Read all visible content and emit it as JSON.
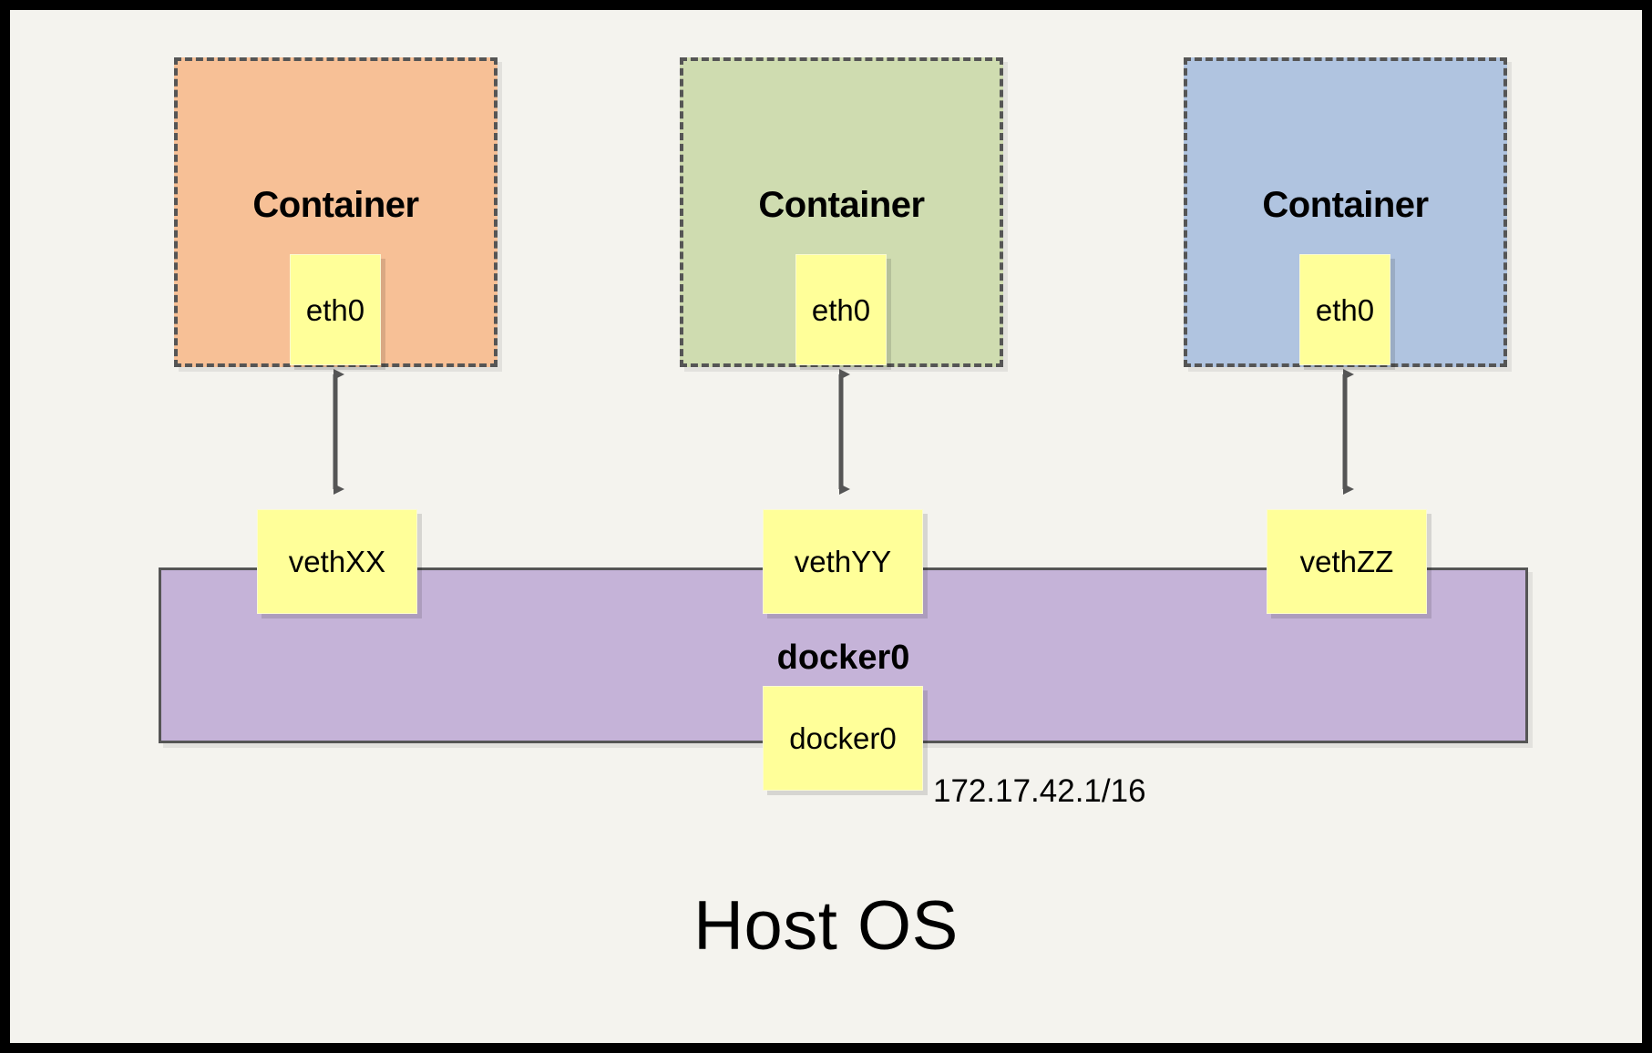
{
  "diagram": {
    "title_text": "Host OS",
    "bridge": {
      "label": "docker0",
      "interface_chip": "docker0",
      "ip_label": "172.17.42.1/16"
    },
    "containers": [
      {
        "title": "Container",
        "interface": "eth0",
        "veth": "vethXX",
        "color": "#f7c096"
      },
      {
        "title": "Container",
        "interface": "eth0",
        "veth": "vethYY",
        "color": "#cfdcb0"
      },
      {
        "title": "Container",
        "interface": "eth0",
        "veth": "vethZZ",
        "color": "#b0c4e0"
      }
    ],
    "colors": {
      "background": "#f4f3ee",
      "border": "#000000",
      "dashed_stroke": "#555555",
      "chip_fill": "#ffff99",
      "bridge_fill": "#c5b3d8",
      "arrow": "#555555",
      "container_1": "#f7c096",
      "container_2": "#cfdcb0",
      "container_3": "#b0c4e0"
    }
  }
}
